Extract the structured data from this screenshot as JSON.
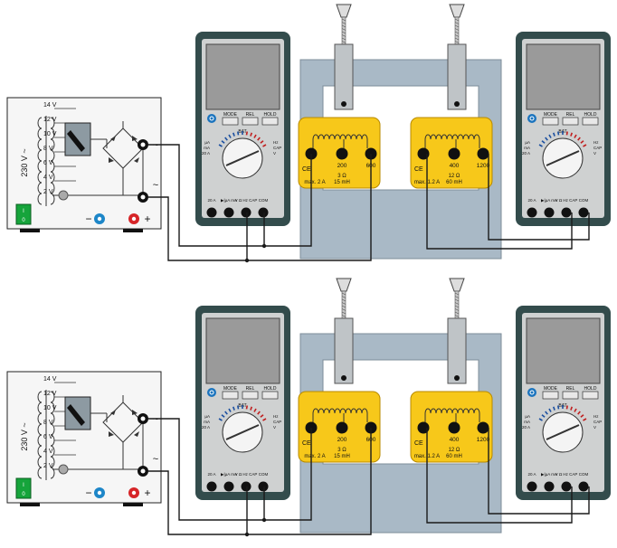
{
  "colors": {
    "background": "#ffffff",
    "wire": "#1a1a1a",
    "meter_case": "#334c4c",
    "meter_panel": "#cfd1d1",
    "meter_display": "#9a9a9a",
    "transformer_core": "#a9b9c6",
    "coil_housing": "#f7c81a",
    "psu_panel": "#f6f6f6",
    "power_switch": "#16a43b",
    "socket_blue": "#1d86c8",
    "socket_red": "#d62528",
    "meter_button": "#1b74be"
  },
  "setups": [
    {
      "power_supply": {
        "mains_label": "230 V ~",
        "taps": [
          "14 V",
          "12 V",
          "10 V",
          "8 V",
          "6 V",
          "4 V",
          "2 V"
        ],
        "ac_mark": "~",
        "minus_label": "−",
        "plus_label": "+",
        "switch_on": "I",
        "switch_off": "0"
      },
      "meters": [
        {
          "buttons": [
            "MODE",
            "REL",
            "HOLD"
          ],
          "bat": "BAT",
          "dial_left": [
            "µA",
            "mA",
            "20 A"
          ],
          "dial_right": [
            "Hz",
            "CAP",
            "V"
          ],
          "jacks": [
            "20 A",
            "▶|µA mA",
            "V Ω Hz CAP",
            "COM"
          ]
        },
        {
          "buttons": [
            "MODE",
            "REL",
            "HOLD"
          ],
          "bat": "BAT",
          "dial_left": [
            "µA",
            "mA",
            "20 A"
          ],
          "dial_right": [
            "Hz",
            "CAP",
            "V"
          ],
          "jacks": [
            "20 A",
            "▶|µA mA",
            "V Ω Hz CAP",
            "COM"
          ]
        }
      ],
      "coils": [
        {
          "terminals": [
            "200",
            "600"
          ],
          "mark": "CE",
          "resistance": "3 Ω",
          "inductance": "15 mH",
          "max_current": "max. 2 A"
        },
        {
          "terminals": [
            "400",
            "1200"
          ],
          "mark": "CE",
          "resistance": "12 Ω",
          "inductance": "60 mH",
          "max_current": "max. 1.2 A"
        }
      ]
    },
    {
      "power_supply": {
        "mains_label": "230 V ~",
        "taps": [
          "14 V",
          "12 V",
          "10 V",
          "8 V",
          "6 V",
          "4 V",
          "2 V"
        ],
        "ac_mark": "~",
        "minus_label": "−",
        "plus_label": "+",
        "switch_on": "I",
        "switch_off": "0"
      },
      "meters": [
        {
          "buttons": [
            "MODE",
            "REL",
            "HOLD"
          ],
          "bat": "BAT",
          "dial_left": [
            "µA",
            "mA",
            "20 A"
          ],
          "dial_right": [
            "Hz",
            "CAP",
            "V"
          ],
          "jacks": [
            "20 A",
            "▶|µA mA",
            "V Ω Hz CAP",
            "COM"
          ]
        },
        {
          "buttons": [
            "MODE",
            "REL",
            "HOLD"
          ],
          "bat": "BAT",
          "dial_left": [
            "µA",
            "mA",
            "20 A"
          ],
          "dial_right": [
            "Hz",
            "CAP",
            "V"
          ],
          "jacks": [
            "20 A",
            "▶|µA mA",
            "V Ω Hz CAP",
            "COM"
          ]
        }
      ],
      "coils": [
        {
          "terminals": [
            "200",
            "600"
          ],
          "mark": "CE",
          "resistance": "3 Ω",
          "inductance": "15 mH",
          "max_current": "max. 2 A"
        },
        {
          "terminals": [
            "400",
            "1200"
          ],
          "mark": "CE",
          "resistance": "12 Ω",
          "inductance": "60 mH",
          "max_current": "max. 1.2 A"
        }
      ]
    }
  ]
}
